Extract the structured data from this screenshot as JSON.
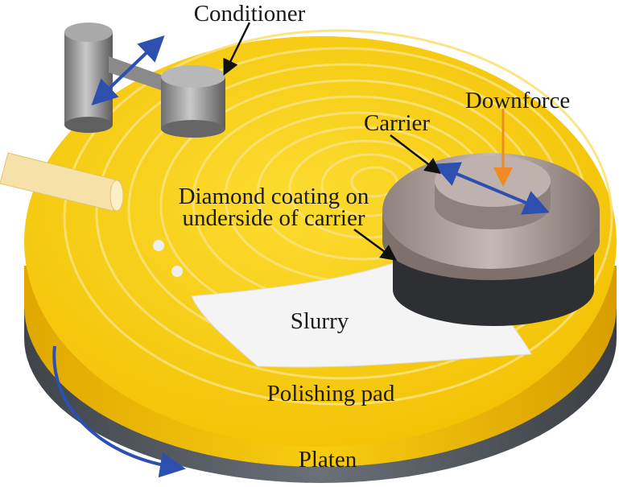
{
  "title": "Chemical mechanical polishing setup",
  "labels": {
    "conditioner": "Conditioner",
    "downforce": "Downforce",
    "carrier": "Carrier",
    "diamond_line1": "Diamond coating on",
    "diamond_line2": "underside of carrier",
    "slurry": "Slurry",
    "polishing_pad": "Polishing pad",
    "platen": "Platen"
  },
  "colors": {
    "pad": "#f5c400",
    "pad_groove": "#f9d84a",
    "platen": "#5a5f66",
    "arrow_blue": "#2d4fb0",
    "arrow_orange": "#f08a24",
    "carrier": "#b8a9a6"
  }
}
